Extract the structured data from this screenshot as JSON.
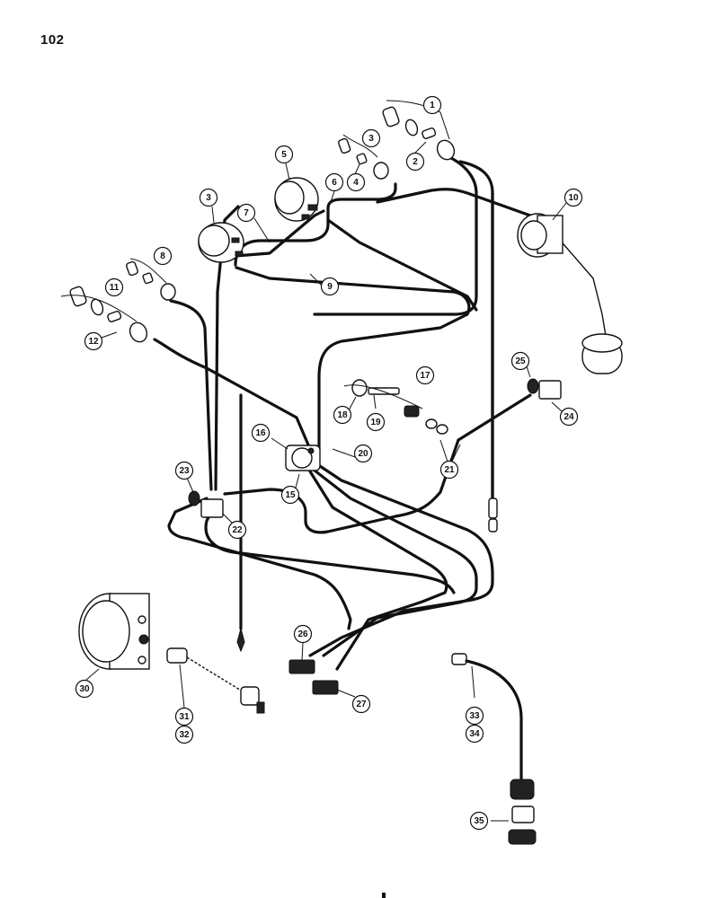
{
  "page_number": "102",
  "callouts": [
    "1",
    "2",
    "3",
    "4",
    "5",
    "6",
    "7",
    "3",
    "8",
    "9",
    "10",
    "11",
    "12",
    "25",
    "17",
    "18",
    "19",
    "24",
    "16",
    "20",
    "21",
    "23",
    "15",
    "22",
    "26",
    "27",
    "30",
    "31",
    "32",
    "33",
    "34",
    "35"
  ]
}
